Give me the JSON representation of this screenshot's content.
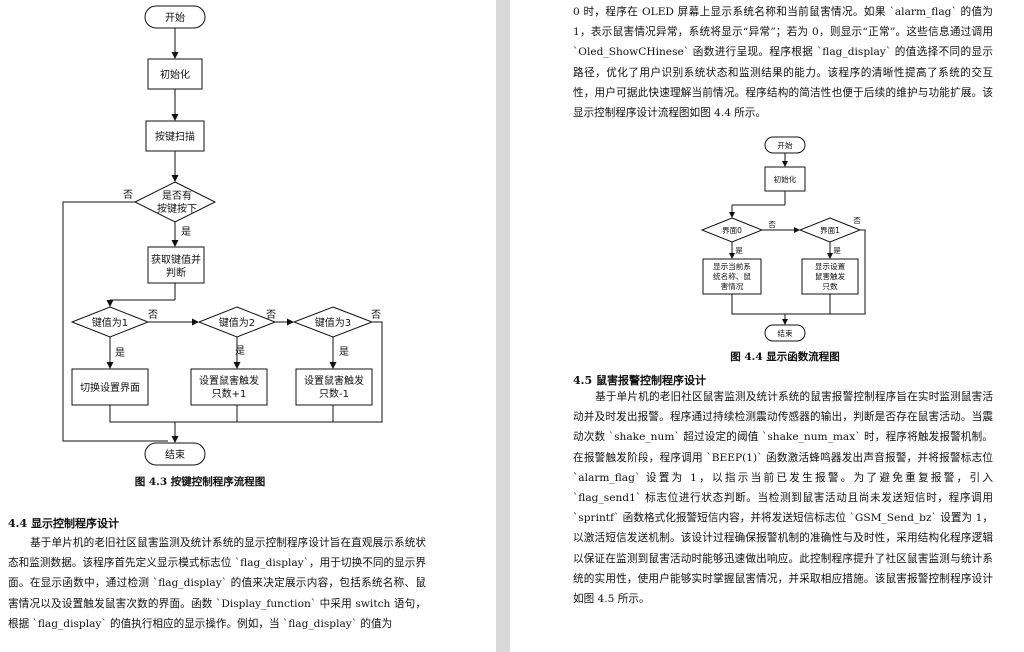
{
  "left_page": {
    "flowchart": {
      "start": "开始",
      "init": "初始化",
      "scan": "按键扫描",
      "decision_pressed": [
        "是否有",
        "按键按下"
      ],
      "get_key": [
        "获取键值并",
        "判断"
      ],
      "key1": "键值为1",
      "key2": "键值为2",
      "key3": "键值为3",
      "action1": "切换设置界面",
      "action2": [
        "设置鼠害触发",
        "只数+1"
      ],
      "action3": [
        "设置鼠害触发",
        "只数-1"
      ],
      "end": "结束",
      "yes": "是",
      "no": "否"
    },
    "figure_caption": "图 4.3  按键控制程序流程图",
    "section_title": "4.4 显示控制程序设计",
    "paragraph": "基于单片机的老旧社区鼠害监测及统计系统的显示控制程序设计旨在直观展示系统状态和监测数据。该程序首先定义显示模式标志位 `flag_display`，用于切换不同的显示界面。在显示函数中，通过检测 `flag_display` 的值来决定展示内容，包括系统名称、鼠害情况以及设置触发鼠害次数的界面。函数 `Display_function` 中采用 switch 语句，根据 `flag_display` 的值执行相应的显示操作。例如，当 `flag_display` 的值为"
  },
  "right_page": {
    "paragraph_top": "0 时，程序在 OLED 屏幕上显示系统名称和当前鼠害情况。如果 `alarm_flag` 的值为 1，表示鼠害情况异常，系统将显示“异常”；若为 0，则显示“正常”。这些信息通过调用 `Oled_ShowCHinese` 函数进行呈现。程序根据 `flag_display` 的值选择不同的显示路径，优化了用户识别系统状态和监测结果的能力。该程序的清晰性提高了系统的交互性，用户可据此快速理解当前情况。程序结构的简洁性也便于后续的维护与功能扩展。该显示控制程序设计流程图如图 4.4 所示。",
    "flowchart": {
      "start": "开始",
      "init": "初始化",
      "screen0": "界面0",
      "screen1": "界面1",
      "action0": [
        "显示当前系",
        "统名称、鼠",
        "害情况"
      ],
      "action1": [
        "显示设置",
        "鼠害触发",
        "只数"
      ],
      "end": "结束",
      "yes": "是",
      "no": "否"
    },
    "figure_caption": "图 4.4  显示函数流程图",
    "section_title": "4.5 鼠害报警控制程序设计",
    "paragraph_bottom": "基于单片机的老旧社区鼠害监测及统计系统的鼠害报警控制程序旨在实时监测鼠害活动并及时发出报警。程序通过持续检测震动传感器的输出，判断是否存在鼠害活动。当震动次数 `shake_num` 超过设定的阈值 `shake_num_max` 时，程序将触发报警机制。在报警触发阶段，程序调用 `BEEP(1)` 函数激活蜂鸣器发出声音报警，并将报警标志位 `alarm_flag` 设置为 1，以指示当前已发生报警。为了避免重复报警，引入 `flag_send1` 标志位进行状态判断。当检测到鼠害活动且尚未发送短信时，程序调用 `sprintf` 函数格式化报警短信内容，并将发送短信标志位 `GSM_Send_bz` 设置为 1，以激活短信发送机制。该设计过程确保报警机制的准确性与及时性，采用结构化程序逻辑以保证在监测到鼠害活动时能够迅速做出响应。此控制程序提升了社区鼠害监测与统计系统的实用性，使用户能够实时掌握鼠害情况，并采取相应措施。该鼠害报警控制程序设计如图 4.5 所示。"
  }
}
